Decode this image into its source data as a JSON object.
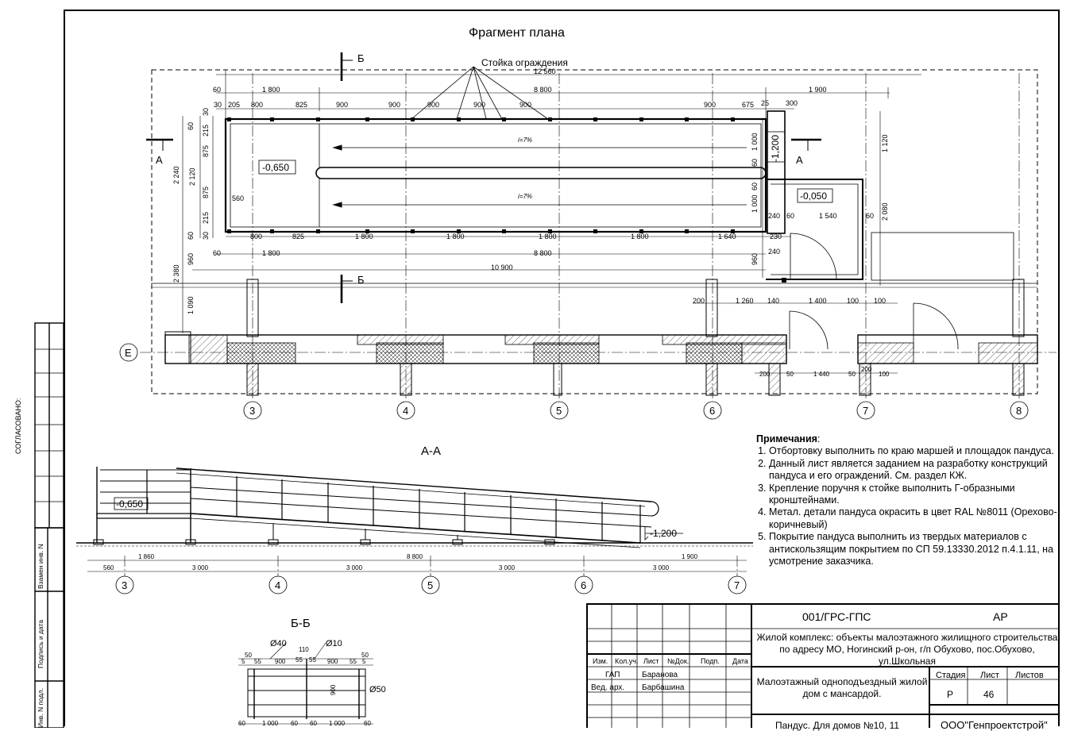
{
  "titles": {
    "plan": "Фрагмент плана",
    "section_aa": "А-А",
    "section_bb": "Б-Б"
  },
  "plan": {
    "callout": "Стойка ограждения",
    "cut_marks": {
      "b": "Б",
      "a": "А"
    },
    "axis_e": "Е",
    "axes": [
      "3",
      "4",
      "5",
      "6",
      "7",
      "8"
    ],
    "elevations": {
      "landing": "-0,650",
      "top": "-1,200",
      "right": "-0,050"
    },
    "slopes": [
      "i=7%",
      "i=7%"
    ],
    "dims_top_row1": [
      "60",
      "1 800",
      "8 800",
      "1 900"
    ],
    "total_top": "12 560",
    "dims_top_row2": [
      "30",
      "205",
      "800",
      "825",
      "900",
      "900",
      "900",
      "900",
      "900",
      "900",
      "675",
      "25",
      "300"
    ],
    "dims_bottom_row1": [
      "800",
      "825",
      "1 800",
      "1 800",
      "1 800",
      "1 800",
      "1 640",
      "230"
    ],
    "dims_bottom_row2": [
      "60",
      "1 800",
      "8 800"
    ],
    "total_bottom": "10 900",
    "dims_left": [
      "2 240",
      "2 120",
      "2 380",
      "1 090",
      "875",
      "875",
      "215",
      "215",
      "60",
      "60",
      "30",
      "30",
      "960"
    ],
    "dims_right_ramp": [
      "1 000",
      "1 000",
      "60",
      "60",
      "960",
      "240",
      "240"
    ],
    "dims_right": [
      "1 120",
      "2 080",
      "560",
      "60",
      "1 540",
      "60"
    ],
    "dims_lower_right": [
      "200",
      "1 260",
      "140",
      "1 400",
      "100",
      "100"
    ],
    "dims_lowest": [
      "200",
      "50",
      "1 440",
      "50",
      "200",
      "100"
    ]
  },
  "section_aa_dims": {
    "top_labels": [
      "-0,650",
      "-1,200"
    ],
    "row1": [
      "1 860",
      "8 800",
      "1 900"
    ],
    "row2": [
      "560",
      "3 000",
      "3 000",
      "3 000",
      "3 000"
    ],
    "axes": [
      "3",
      "4",
      "5",
      "6",
      "7"
    ]
  },
  "section_bb": {
    "labels": [
      "Ø40",
      "Ø10",
      "Ø50"
    ],
    "dims_top": [
      "110",
      "50",
      "5",
      "55",
      "900",
      "55",
      "55",
      "900",
      "55",
      "50",
      "5"
    ],
    "dims_side": [
      "900"
    ],
    "dims_bottom": [
      "60",
      "1 000",
      "60",
      "60",
      "1 000",
      "60"
    ]
  },
  "notes": {
    "heading": "Примечания",
    "items": [
      "Отбортовку выполнить по краю маршей и площадок пандуса.",
      "Данный лист является заданием на разработку конструкций пандуса и его ограждений. См. раздел КЖ.",
      "Крепление поручня к стойке выполнить Г-образными кронштейнами.",
      "Метал. детали пандуса окрасить в цвет RAL №8011 (Орехово-коричневый)",
      "Покрытие пандуса выполнить из твердых материалов с антискользящим покрытием по СП 59.13330.2012 п.4.1.11, на усмотрение заказчика."
    ]
  },
  "side_stamp": {
    "agreed": "СОГЛАСОВАНО:",
    "replace": "Взамен инв. N",
    "sign_date": "Подпись и дата",
    "inv_orig": "Инв. N подл."
  },
  "stamp": {
    "code": "001/ГРС-ГПС",
    "section": "АР",
    "project": "Жилой комплекс: объекты малоэтажного жилищного строительства по адресу МО, Ногинский р-он, г/п Обухово, пос.Обухово, ул.Школьная",
    "columns": [
      "Изм.",
      "Кол.уч.",
      "Лист",
      "№Док.",
      "Подп.",
      "Дата"
    ],
    "rows": [
      {
        "role": "ГАП",
        "name": "Баранова"
      },
      {
        "role": "Вед. арх.",
        "name": "Барбашина"
      }
    ],
    "building": "Малоэтажный одноподъездный жилой дом с мансардой.",
    "stage_label": "Стадия",
    "sheet_label": "Лист",
    "sheets_label": "Листов",
    "stage": "Р",
    "sheet": "46",
    "sheets": "",
    "sheet_title": "Пандус. Для домов №10, 11",
    "company": "ООО\"Генпроектстрой\""
  }
}
